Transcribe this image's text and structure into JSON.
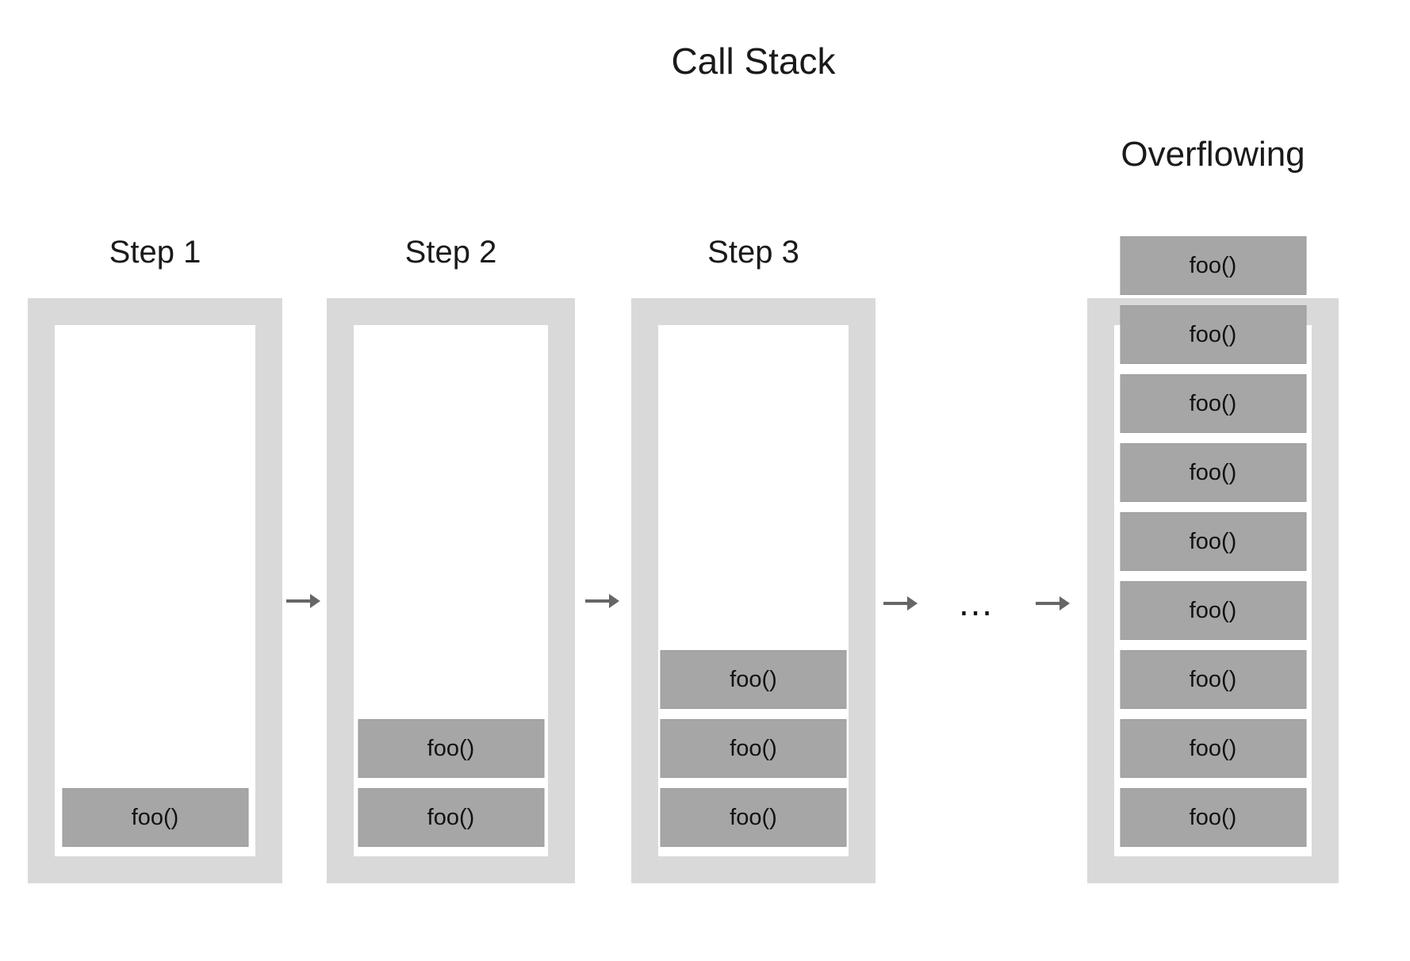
{
  "title": "Call Stack",
  "stacks": [
    {
      "label": "Step 1",
      "frames": [
        "foo()"
      ]
    },
    {
      "label": "Step 2",
      "frames": [
        "foo()",
        "foo()"
      ]
    },
    {
      "label": "Step 3",
      "frames": [
        "foo()",
        "foo()",
        "foo()"
      ]
    },
    {
      "label": "Overflowing",
      "frames": [
        "foo()",
        "foo()",
        "foo()",
        "foo()",
        "foo()",
        "foo()",
        "foo()",
        "foo()",
        "foo()"
      ],
      "overflowing": true
    }
  ],
  "connectors": {
    "arrow_count": 4,
    "ellipsis": "…"
  },
  "colors": {
    "container_fill": "#d9d9d9",
    "inner_fill": "#ffffff",
    "frame_fill": "#a6a6a6",
    "frame_border": "#9a9a9a",
    "arrow_color": "#666666",
    "text_color": "#1a1a1a"
  }
}
